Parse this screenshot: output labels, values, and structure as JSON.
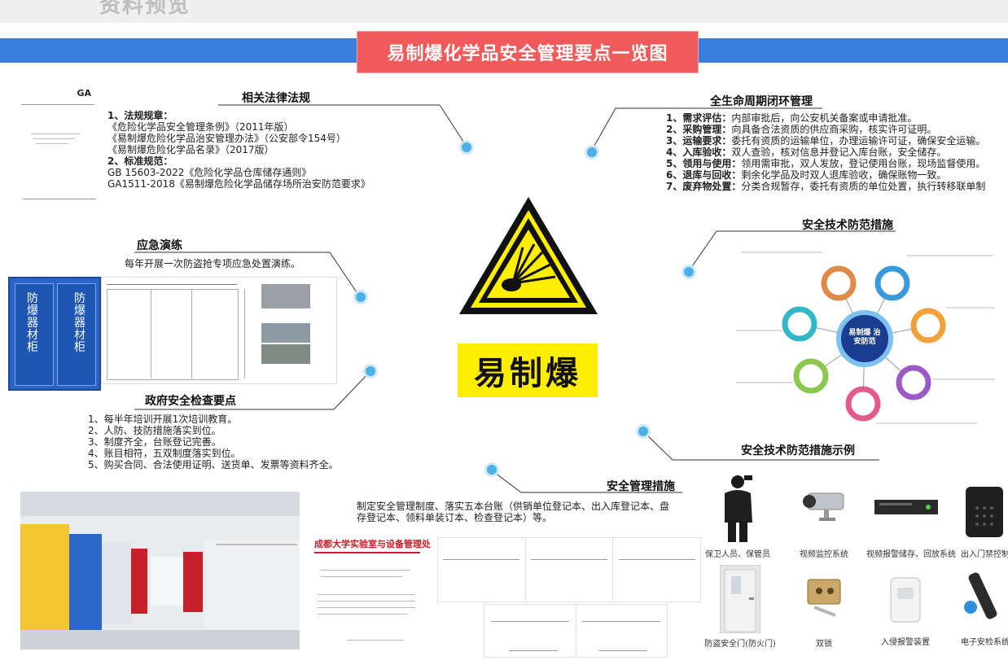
{
  "page_title": "易制爆化学品安全管理要点一览图",
  "top_strip_text": "资料预览",
  "center": {
    "word": "易制爆"
  },
  "laws": {
    "heading": "相关法律法规",
    "doc_mark": "GA",
    "lines": [
      "1、法规规章：",
      "《危险化学品安全管理条例》（2011年版）",
      "《易制爆危险化学品治安管理办法》（公安部令154号）",
      "《易制爆危险化学品名录》（2017版）",
      "2、标准规范：",
      "GB 15603-2022《危险化学品仓库储存通则》",
      "GA1511-2018《易制爆危险化学品储存场所治安防范要求》"
    ]
  },
  "lifecycle": {
    "heading": "全生命周期闭环管理",
    "items": [
      {
        "label": "1、需求评估：",
        "text": "内部审批后，向公安机关备案或申请批准。"
      },
      {
        "label": "2、采购管理：",
        "text": "向具备合法资质的供应商采购，核实许可证明。"
      },
      {
        "label": "3、运输要求：",
        "text": "委托有资质的运输单位，办理运输许可证，确保安全运输。"
      },
      {
        "label": "4、入库验收：",
        "text": "双人查验，核对信息并登记入库台账，安全储存。"
      },
      {
        "label": "5、领用与使用：",
        "text": "领用需审批，双人发放，登记使用台账，现场监督使用。"
      },
      {
        "label": "6、退库与回收：",
        "text": "剩余化学品及时双人退库验收，确保账物一致。"
      },
      {
        "label": "7、废弃物处置：",
        "text": "分类合规暂存，委托有资质的单位处置，执行转移联单制"
      }
    ]
  },
  "drill": {
    "heading": "应急演练",
    "text": "每年开展一次防盗抢专项应急处置演练。",
    "cabinet_left": "防爆器材柜",
    "cabinet_right": "防爆器材柜"
  },
  "gov": {
    "heading": "政府安全检查要点",
    "items": [
      "1、每半年培训开展1次培训教育。",
      "2、人防、技防措施落实到位。",
      "3、制度齐全，台账登记完善。",
      "4、账目相符，五双制度落实到位。",
      "5、购买合同、合法使用证明、送货单、发票等资料齐全。"
    ]
  },
  "tech": {
    "heading": "安全技术防范措施",
    "example_heading": "安全技术防范措施示例",
    "hub": "易制爆 治安防范"
  },
  "mgmt": {
    "heading": "安全管理措施",
    "text_line1": "制定安全管理制度、落实五本台账（供销单位登记本、出入库登记本、盘",
    "text_line2": "存登记本、领料单装订本、检查登记本）等。",
    "doc_title": "成都大学实验室与设备管理处"
  },
  "equipment": [
    {
      "label": "保卫人员、保管员"
    },
    {
      "label": "视频监控系统"
    },
    {
      "label": "视频报警储存、回放系统"
    },
    {
      "label": "出入门禁控制"
    },
    {
      "label": "防盗安全门(防火门)"
    },
    {
      "label": "双锁"
    },
    {
      "label": "入侵报警装置"
    },
    {
      "label": "电子安检系统"
    }
  ],
  "colors": {
    "title_bg": "#f15a5a",
    "band": "#3b7fdc",
    "dot": "#4fb0e8",
    "sign_yellow": "#ffee00",
    "cabinet_blue": "#2a63c4"
  }
}
